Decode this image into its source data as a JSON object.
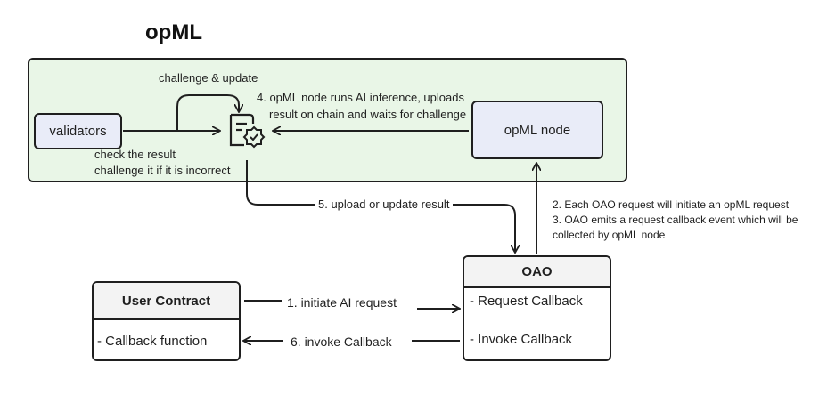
{
  "title": "opML",
  "nodes": {
    "validators": "validators",
    "opml_node": "opML node",
    "oao": {
      "title": "OAO",
      "rows": [
        "- Request Callback",
        "- Invoke Callback"
      ]
    },
    "user_contract": {
      "title": "User Contract",
      "rows": [
        "- Callback function"
      ]
    }
  },
  "labels": {
    "challenge_update": "challenge & update",
    "step4_line1": "4. opML node  runs AI inference, uploads",
    "step4_line2": "result on chain and waits for challenge",
    "check_line1": "check the result",
    "check_line2": "challenge it if it is incorrect",
    "step5": "5. upload or update result",
    "step2": "2. Each OAO request will initiate an opML request",
    "step3_line1": "3. OAO emits a request callback event which will be",
    "step3_line2": "collected by opML node",
    "step1": "1. initiate AI request",
    "step6": "6. invoke Callback"
  },
  "icons": {
    "verification": "certificate-check-icon"
  },
  "colors": {
    "panel_bg": "#e9f6e7",
    "node_bg": "#e9ecf8",
    "stroke": "#1f1f1f"
  }
}
